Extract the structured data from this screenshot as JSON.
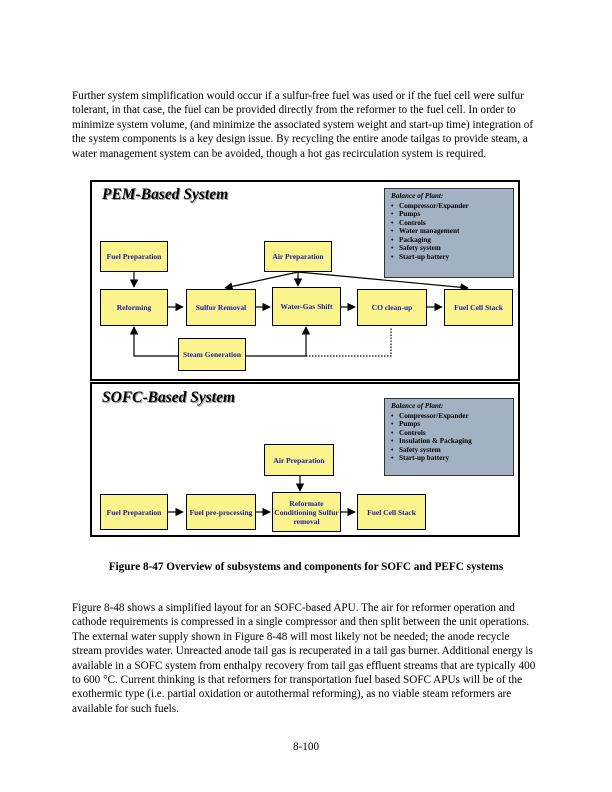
{
  "paragraphs": {
    "intro": "Further system simplification would occur if a sulfur-free fuel was used or if the fuel cell were sulfur tolerant, in that case, the fuel can be provided directly from the reformer to the fuel cell. In order to minimize system volume, (and minimize the associated system weight and start-up time) integration of the system components is a key design issue.  By recycling the entire anode tailgas to provide steam, a water management system can be avoided, though a hot gas recirculation system is required.",
    "body": "Figure 8-48 shows a simplified layout for an SOFC-based APU.  The air for reformer operation and cathode requirements is compressed in a single compressor and then split between the unit operations. The external water supply shown in Figure 8-48 will most likely not be needed; the anode recycle stream provides water.  Unreacted anode tail gas is recuperated in a tail gas burner.  Additional energy is available in a SOFC system from enthalpy recovery from tail gas effluent streams that are typically 400 to 600 °C.  Current thinking is that reformers for transportation fuel based SOFC APUs will be of the exothermic type (i.e. partial oxidation or autothermal reforming), as no viable steam reformers are available for such fuels."
  },
  "pem": {
    "title": "PEM-Based System",
    "bop_heading": "Balance of Plant:",
    "bop_items": [
      "Compressor/Expander",
      "Pumps",
      "Controls",
      "Water management",
      "Packaging",
      "Safety system",
      "Start-up battery"
    ],
    "boxes": {
      "fuel_prep": "Fuel Preparation",
      "air_prep": "Air Preparation",
      "reforming": "Reforming",
      "sulfur_removal": "Sulfur Removal",
      "water_gas_shift": "Water-Gas Shift",
      "co_cleanup": "CO clean-up",
      "fuel_cell_stack": "Fuel Cell Stack",
      "steam_generation": "Steam Generation"
    }
  },
  "sofc": {
    "title": "SOFC-Based System",
    "bop_heading": "Balance of Plant:",
    "bop_items": [
      "Compressor/Expander",
      "Pumps",
      "Controls",
      "Insulation & Packaging",
      "Safety system",
      "Start-up battery"
    ],
    "boxes": {
      "air_prep": "Air Preparation",
      "fuel_prep": "Fuel Preparation",
      "fuel_preprocessing": "Fuel pre-processing",
      "reformate_conditioning": "Reformate Conditioning Sulfur removal",
      "fuel_cell_stack": "Fuel Cell Stack"
    }
  },
  "caption": "Figure 8-47  Overview of subsystems and components for SOFC and PEFC systems",
  "page_number": "8-100",
  "colors": {
    "box_fill": "#fbf38c",
    "box_text": "#1a1aa6",
    "bop_fill": "#a3b2c3"
  }
}
